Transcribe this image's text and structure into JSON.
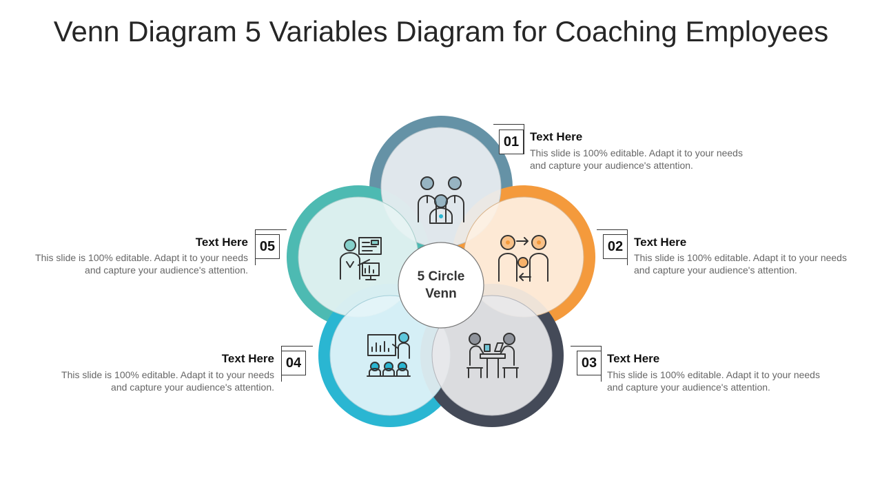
{
  "title": "Venn Diagram 5 Variables Diagram for Coaching Employees",
  "center_label": "5 Circle Venn",
  "colors": {
    "circle_1": "#6592a6",
    "circle_2": "#f49a3c",
    "circle_3": "#444a58",
    "circle_4": "#2ab6d2",
    "circle_5": "#4dbab2",
    "icon_accent": "#f49a3c",
    "icon_accent_blue": "#2ab6d2"
  },
  "items": [
    {
      "number": "01",
      "heading": "Text Here",
      "description": "This slide is 100% editable. Adapt it to your needs and capture your audience's attention.",
      "icon": "team-group-icon"
    },
    {
      "number": "02",
      "heading": "Text Here",
      "description": "This slide is 100% editable. Adapt it to your needs and capture your audience's attention.",
      "icon": "idea-exchange-icon"
    },
    {
      "number": "03",
      "heading": "Text Here",
      "description": "This slide is 100% editable. Adapt it to your needs and capture your audience's attention.",
      "icon": "meeting-table-icon"
    },
    {
      "number": "04",
      "heading": "Text Here",
      "description": "This slide is 100% editable. Adapt it to your needs and capture your audience's attention.",
      "icon": "presentation-audience-icon"
    },
    {
      "number": "05",
      "heading": "Text Here",
      "description": "This slide is 100% editable. Adapt it to your needs and capture your audience's attention.",
      "icon": "trainer-screen-icon"
    }
  ]
}
